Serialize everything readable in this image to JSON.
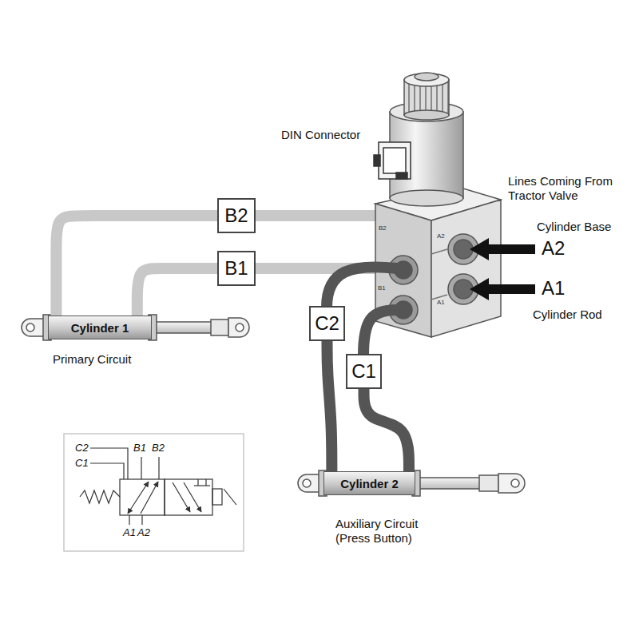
{
  "diagram": {
    "nodes": [
      {
        "text": [
          "B2"
        ]
      },
      {
        "text": [
          "B1"
        ]
      },
      {
        "text": [
          "C2"
        ]
      },
      {
        "text": [
          "Cylinder 1"
        ]
      },
      {
        "text": [
          "C1"
        ]
      },
      {
        "text": [
          "Cylinder 2"
        ]
      }
    ],
    "edges": [
      {
        "from": 3,
        "to": 0,
        "arrow": "none"
      },
      {
        "from": 3,
        "to": 1,
        "arrow": "none"
      },
      {
        "from": 5,
        "to": 2,
        "arrow": "none"
      },
      {
        "from": 5,
        "to": 4,
        "arrow": "none"
      }
    ],
    "labels": [
      "DIN Connector",
      "Lines Coming From Tractor Valve",
      "Cylinder Base",
      "A2",
      "A1",
      "Cylinder Rod",
      "Primary Circuit",
      "Auxiliary Circuit (Press Button)",
      "C2",
      "C1",
      "B1",
      "B2",
      "A1",
      "A2",
      "B2",
      "B1",
      "A2",
      "A1"
    ]
  }
}
